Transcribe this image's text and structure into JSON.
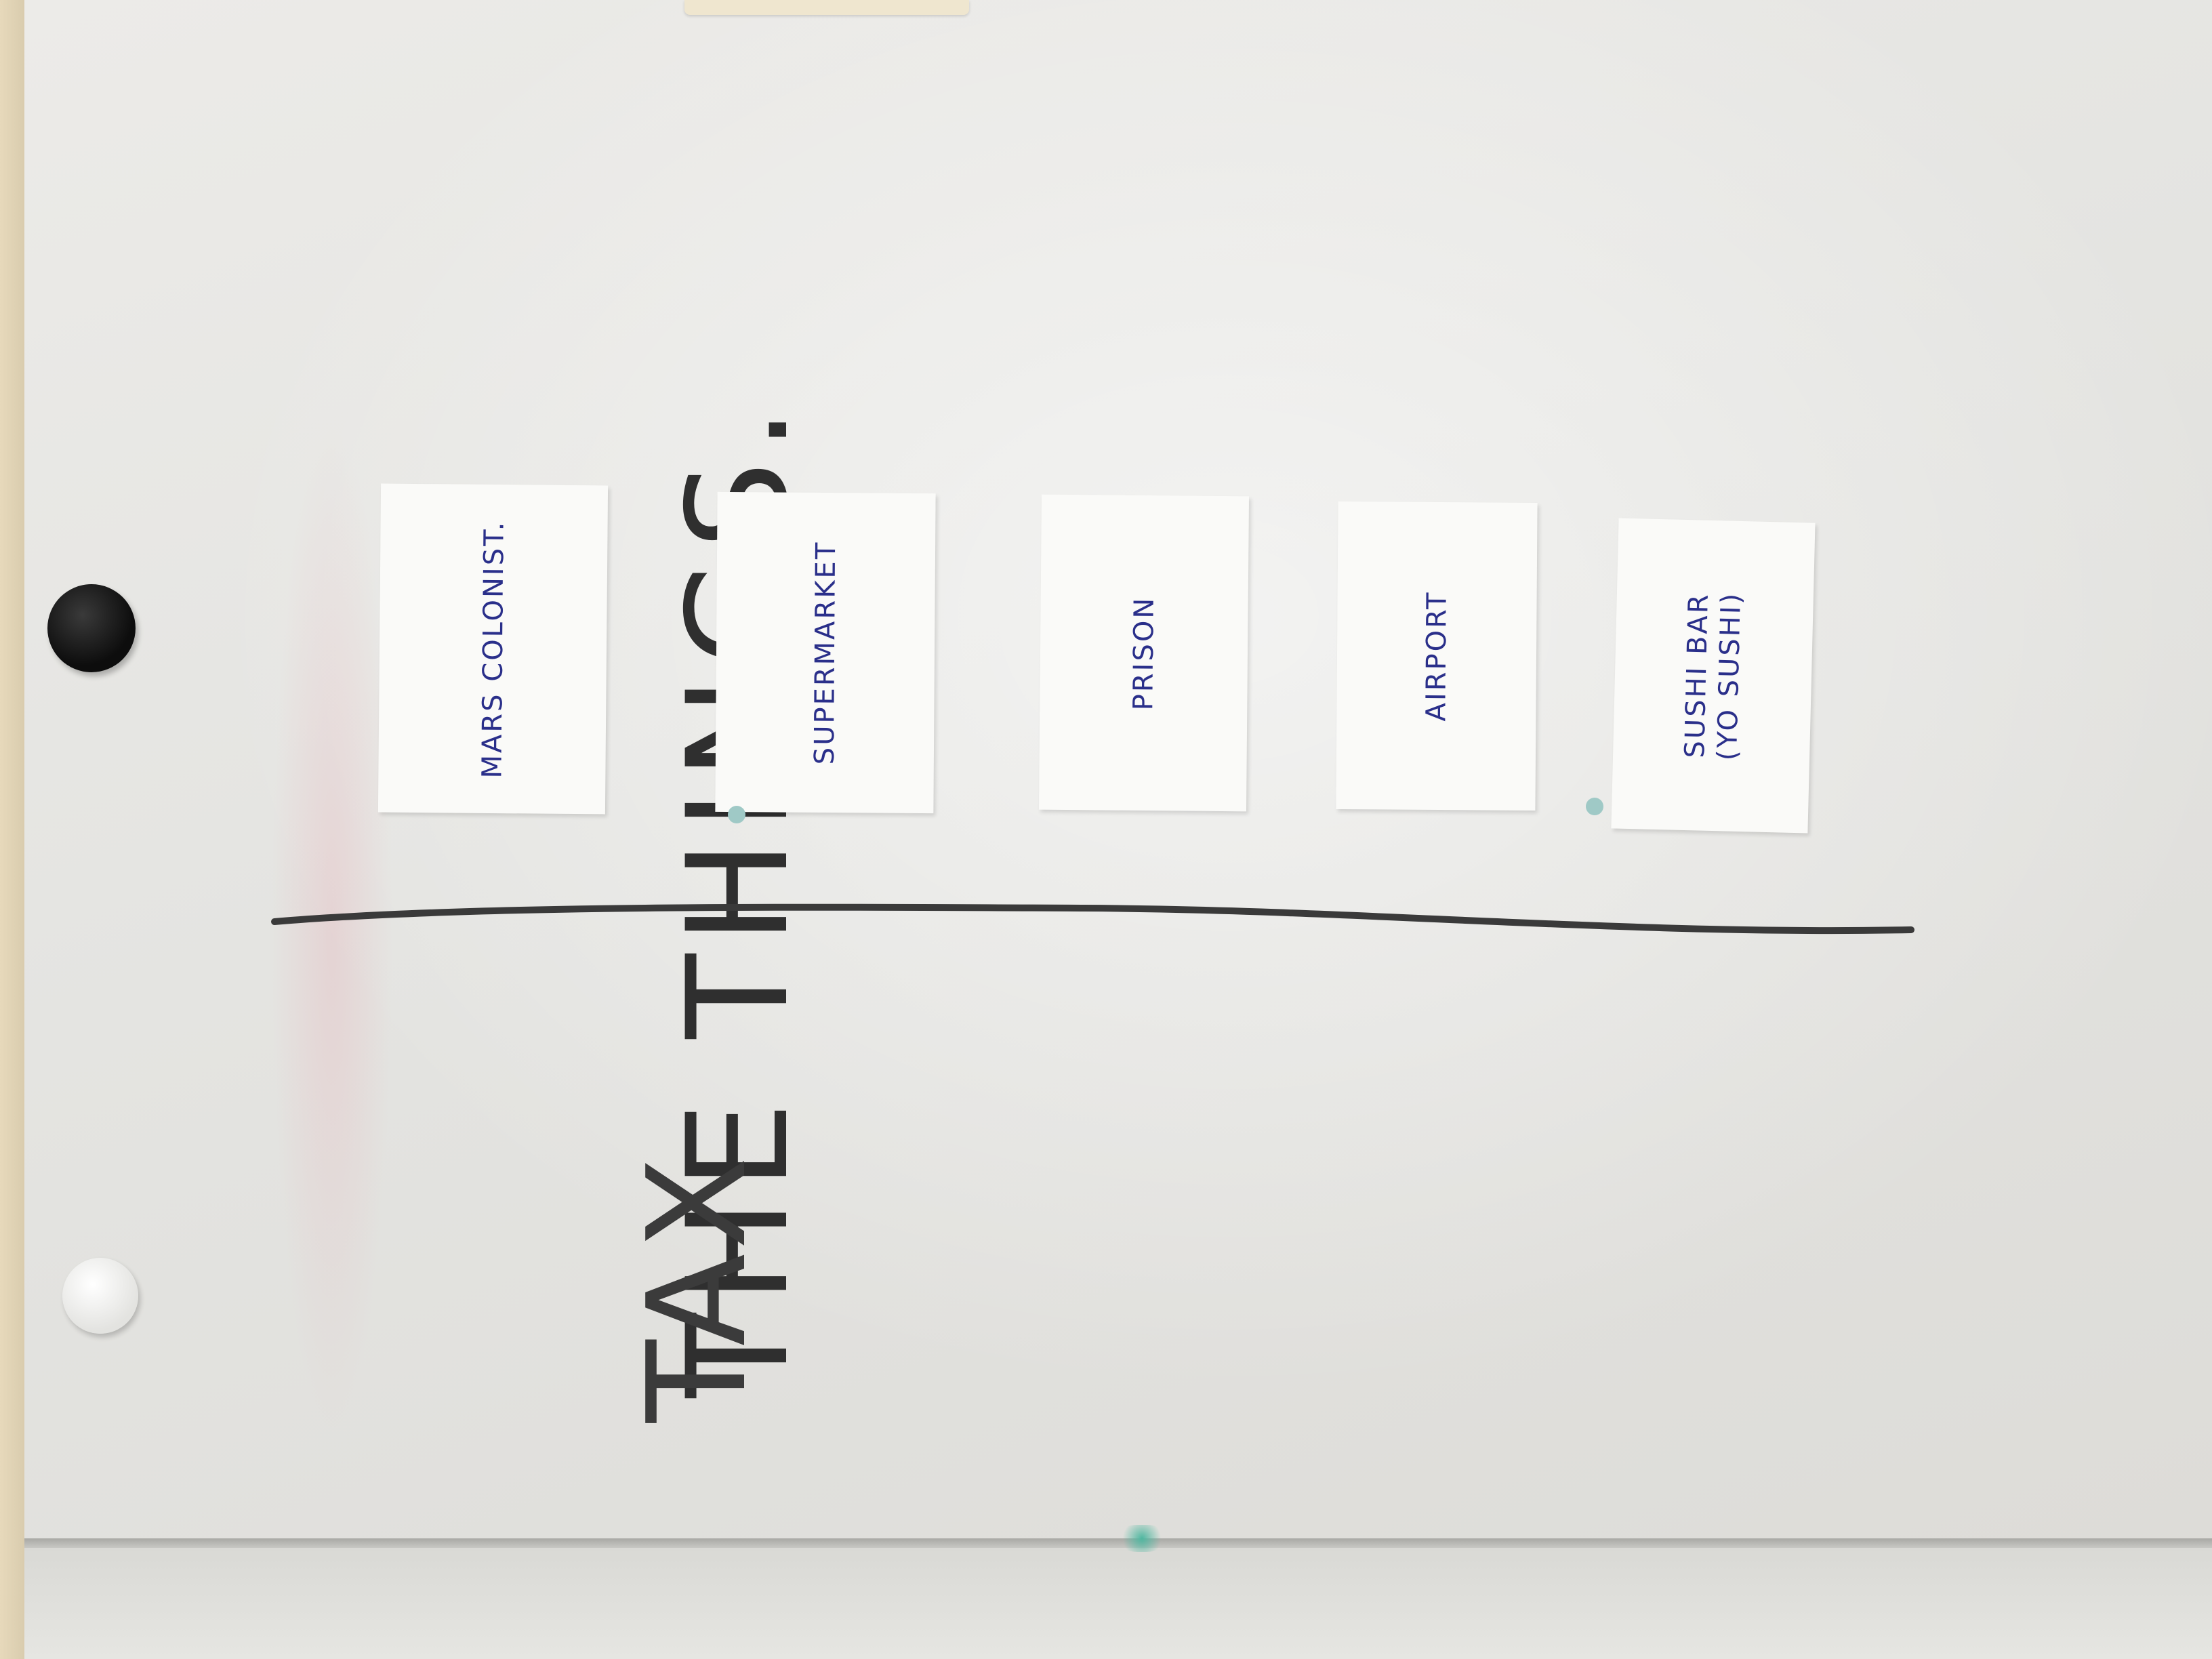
{
  "whiteboard": {
    "title": "THE THINGS.",
    "axis_label": "TAX",
    "cards": [
      {
        "label": "MARS COLONIST."
      },
      {
        "label": "SUPERMARKET"
      },
      {
        "label": "PRISON"
      },
      {
        "label": "AIRPORT"
      },
      {
        "label": "SUSHI BAR\n(YO SUSHI)"
      }
    ]
  },
  "colors": {
    "marker_black": "#2f2f2f",
    "card_ink_blue": "#2a2f8a",
    "board_white": "#e6e6e3",
    "card_white": "#fafaf8"
  },
  "icons": [
    "magnet-black-icon",
    "magnet-white-icon"
  ]
}
